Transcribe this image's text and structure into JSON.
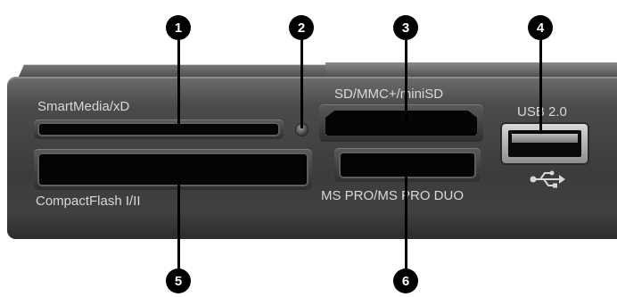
{
  "callouts": [
    "1",
    "2",
    "3",
    "4",
    "5",
    "6"
  ],
  "labels": {
    "smartmedia": "SmartMedia/xD",
    "compactflash": "CompactFlash I/II",
    "sd": "SD/MMC+/miniSD",
    "mspro": "MS PRO/MS PRO DUO",
    "usb": "USB 2.0"
  },
  "icons": {
    "usb": "usb-trident-icon",
    "led": "activity-led-icon"
  },
  "colors": {
    "panel": "#3c3c3c",
    "callout": "#000000",
    "label": "#d8d8d8"
  }
}
